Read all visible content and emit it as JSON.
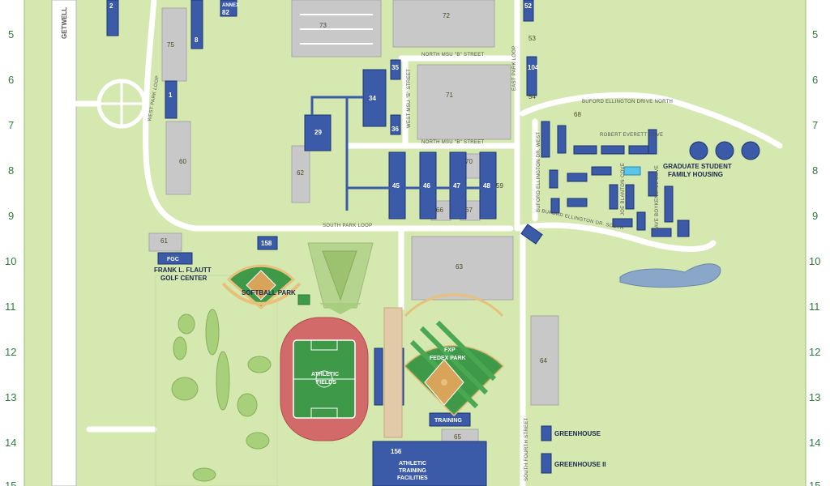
{
  "grid": {
    "left": [
      "5",
      "6",
      "7",
      "8",
      "9",
      "10",
      "11",
      "12",
      "13",
      "14",
      "15"
    ],
    "right": [
      "5",
      "6",
      "7",
      "8",
      "9",
      "10",
      "11",
      "12",
      "13",
      "14",
      "15"
    ]
  },
  "streets": {
    "getwell": "GETWELL",
    "north_msu_b": "NORTH MSU \"B\" STREET",
    "north_msu_b_2": "NORTH MSU \"B\" STREET",
    "west_msu_b": "WEST MSU \"B\" STREET",
    "east_park_loop": "EAST PARK LOOP",
    "west_park_loop": "WEST PARK LOOP",
    "south_park_loop": "SOUTH PARK LOOP",
    "buford_north": "BUFORD ELLINGTON DRIVE NORTH",
    "buford_west": "BUFORD ELLINGTON DR. WEST",
    "buford_south": "BUFORD ELLINGTON DR. SOUTH",
    "robert_everett": "ROBERT EVERETT COVE",
    "joe_blanton": "JOE BLANTON COVE",
    "dave_boykendall": "DAVE BOYKENDALL COVE",
    "south_fourth": "SOUTH FOURTH STREET"
  },
  "buildings": {
    "b2": "2",
    "b8": "8",
    "b52": "52",
    "b75": "75",
    "b73": "73",
    "b72": "72",
    "b53": "53",
    "b54": "54",
    "b104": "104",
    "b1": "1",
    "b35": "35",
    "b34": "34",
    "b36": "36",
    "b71": "71",
    "b68": "68",
    "b29": "29",
    "b60": "60",
    "b62": "62",
    "b70": "70",
    "b45": "45",
    "b46": "46",
    "b47": "47",
    "b48": "48",
    "b59": "59",
    "b66": "66",
    "b67": "67",
    "b61": "61",
    "b158": "158",
    "b63": "63",
    "b64": "64",
    "b65": "65",
    "b156": "156",
    "annex": "ANNEX",
    "annex_num": "82"
  },
  "labels": {
    "fgc": "FGC",
    "golf_1": "FRANK L. FLAUTT",
    "golf_2": "GOLF CENTER",
    "softball": "SOFTBALL PARK",
    "athletic_1": "ATHLETIC",
    "athletic_2": "FIELDS",
    "fxp": "FXP",
    "fedex": "FEDEX PARK",
    "training": "TRAINING",
    "atf_1": "ATHLETIC",
    "atf_2": "TRAINING",
    "atf_3": "FACILITIES",
    "greenhouse": "GREENHOUSE",
    "greenhouse2": "GREENHOUSE II",
    "grad_1": "GRADUATE STUDENT",
    "grad_2": "FAMILY HOUSING"
  },
  "colors": {
    "grass": "#d4e8b0",
    "road": "#ffffff",
    "lot": "#c8c8c8",
    "building": "#3b5ba8",
    "track": "#d36a6a",
    "field": "#3e9a48",
    "water": "#8aa6c8",
    "grid_text": "#2e7d3a"
  }
}
